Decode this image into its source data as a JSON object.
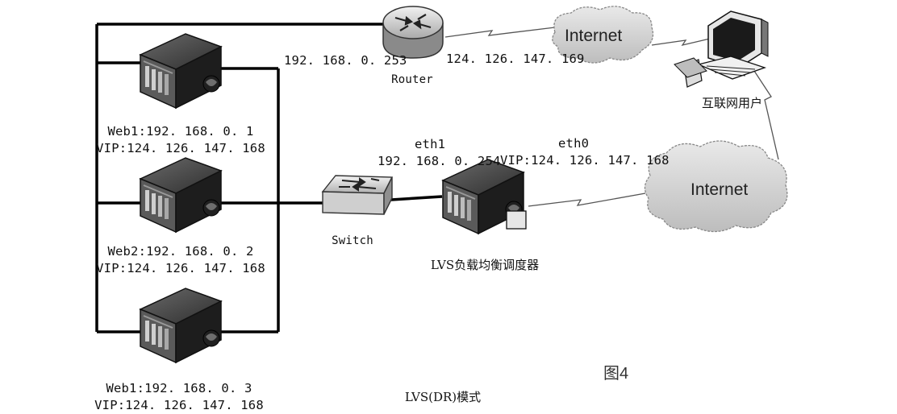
{
  "router": {
    "label": "Router",
    "lan_ip": "192. 168. 0. 253",
    "wan_ip": "124. 126. 147. 169"
  },
  "internet_top": {
    "label": "Internet"
  },
  "internet_bottom": {
    "label": "Internet"
  },
  "user": {
    "label": "互联网用户"
  },
  "switch": {
    "label": "Switch"
  },
  "lvs": {
    "label": "LVS负载均衡调度器",
    "eth1_label": "eth1",
    "eth1_ip": "192. 168. 0. 254",
    "eth0_label": "eth0",
    "eth0_vip": "VIP:124. 126. 147. 168"
  },
  "servers": [
    {
      "name_ip": "Web1:192. 168. 0. 1",
      "vip": "VIP:124. 126. 147. 168"
    },
    {
      "name_ip": "Web2:192. 168. 0. 2",
      "vip": "VIP:124. 126. 147. 168"
    },
    {
      "name_ip": "Web1:192. 168. 0. 3",
      "vip": "VIP:124. 126. 147. 168"
    }
  ],
  "caption": "LVS(DR)模式",
  "figure_label": "图4"
}
